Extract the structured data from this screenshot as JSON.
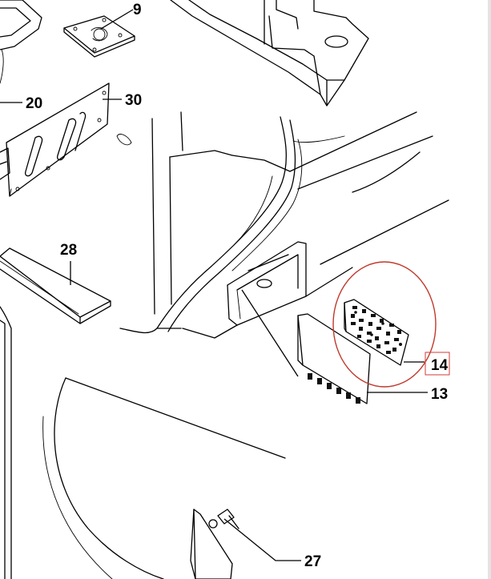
{
  "callouts": [
    {
      "id": "9",
      "text": "9"
    },
    {
      "id": "20",
      "text": "20"
    },
    {
      "id": "30",
      "text": "30"
    },
    {
      "id": "28",
      "text": "28"
    },
    {
      "id": "14",
      "text": "14"
    },
    {
      "id": "13",
      "text": "13"
    },
    {
      "id": "27",
      "text": "27"
    }
  ],
  "colors": {
    "line": "#000000",
    "highlight_circle": "#c0392b",
    "label_box": "#d23a3a",
    "background": "#ffffff"
  }
}
